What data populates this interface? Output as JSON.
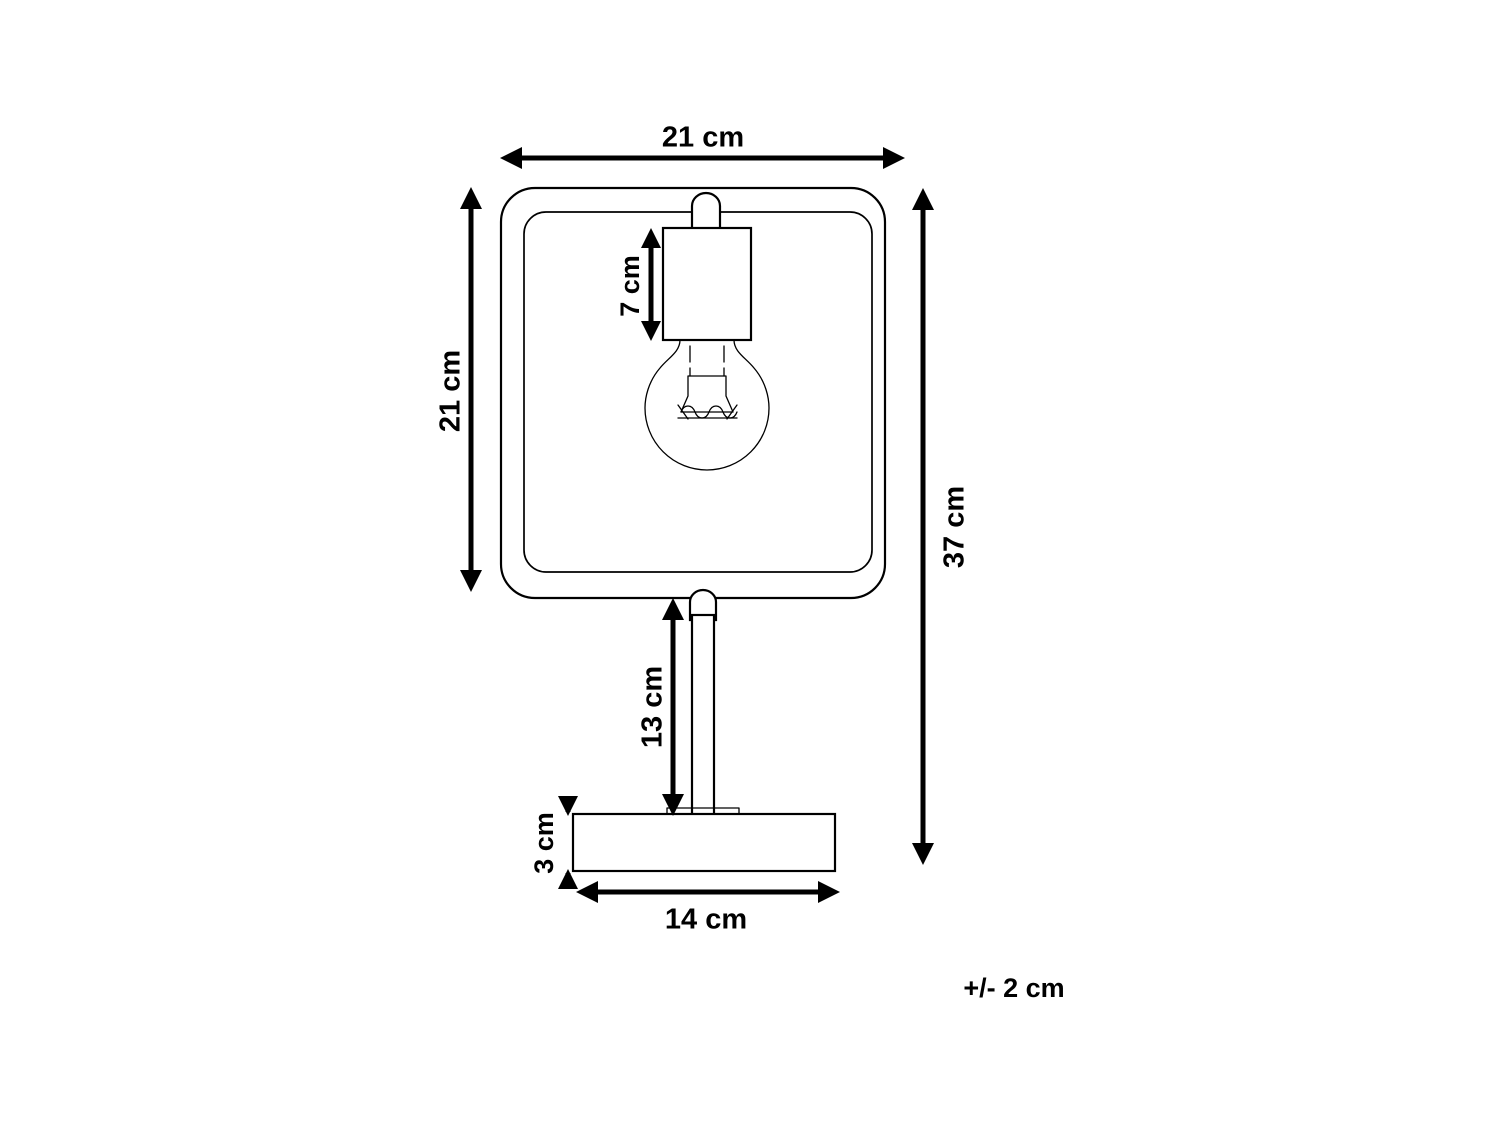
{
  "drawing": {
    "title": "Table lamp dimension drawing",
    "background_color": "#ffffff",
    "line_color": "#000000",
    "product": "square frame table lamp with exposed bulb"
  },
  "dimensions": {
    "width_top": {
      "label": "21 cm",
      "value": 21,
      "unit": "cm",
      "orientation": "horizontal",
      "describes": "shade frame width"
    },
    "height_frame": {
      "label": "21 cm",
      "value": 21,
      "unit": "cm",
      "orientation": "vertical",
      "describes": "shade frame height"
    },
    "socket_height": {
      "label": "7 cm",
      "value": 7,
      "unit": "cm",
      "orientation": "vertical",
      "describes": "lamp socket housing height"
    },
    "total_height": {
      "label": "37 cm",
      "value": 37,
      "unit": "cm",
      "orientation": "vertical",
      "describes": "total lamp height"
    },
    "stem_height": {
      "label": "13 cm",
      "value": 13,
      "unit": "cm",
      "orientation": "vertical",
      "describes": "stem height from base to frame"
    },
    "base_height": {
      "label": "3 cm",
      "value": 3,
      "unit": "cm",
      "orientation": "vertical",
      "describes": "base plate thickness"
    },
    "base_width": {
      "label": "14 cm",
      "value": 14,
      "unit": "cm",
      "orientation": "horizontal",
      "describes": "base plate diameter"
    }
  },
  "tolerance": {
    "label": "+/- 2 cm",
    "value": 2,
    "unit": "cm"
  },
  "parts": {
    "frame": "square-frame",
    "socket": "bulb-socket-housing",
    "bulb": "light-bulb",
    "stem": "lamp-stem",
    "base": "lamp-base-plate"
  }
}
